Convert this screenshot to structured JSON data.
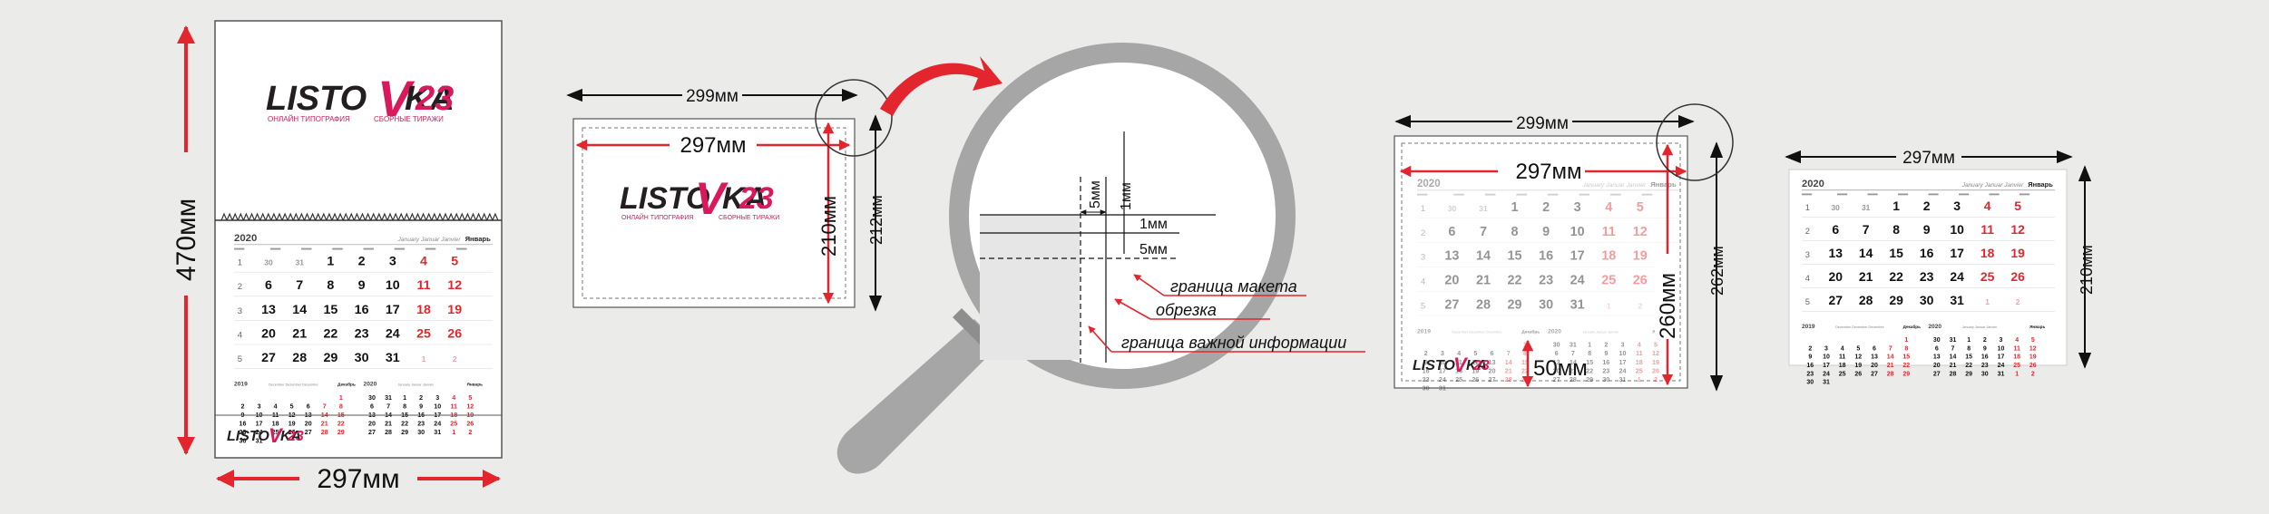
{
  "logo": {
    "word1": "LISTO",
    "word2": "KA",
    "number": "23",
    "tagline_left": "ОНЛАЙН ТИПОГРАФИЯ",
    "tagline_right": "СБОРНЫЕ ТИРАЖИ"
  },
  "colors": {
    "accent": "#e3262d",
    "logo_dark": "#231f20",
    "logo_pink": "#d9195b",
    "magnifier": "#a5a6a5",
    "background": "#ebebea"
  },
  "calendar": {
    "year": "2020",
    "months_header": "January  Januar  Janvier",
    "month_main": "Январь",
    "weeks": [
      {
        "num": "1",
        "days": [
          "30",
          "31",
          "1",
          "2",
          "3",
          "4",
          "5"
        ]
      },
      {
        "num": "2",
        "days": [
          "6",
          "7",
          "8",
          "9",
          "10",
          "11",
          "12"
        ]
      },
      {
        "num": "3",
        "days": [
          "13",
          "14",
          "15",
          "16",
          "17",
          "18",
          "19"
        ]
      },
      {
        "num": "4",
        "days": [
          "20",
          "21",
          "22",
          "23",
          "24",
          "25",
          "26"
        ]
      },
      {
        "num": "5",
        "days": [
          "27",
          "28",
          "29",
          "30",
          "31",
          "1",
          "2"
        ]
      }
    ],
    "small_left": {
      "year": "2019",
      "months_header": "December  Dezember  Décembre",
      "month_main": "Декабрь",
      "rows": [
        [
          "",
          "",
          "",
          "",
          "",
          "",
          "1"
        ],
        [
          "2",
          "3",
          "4",
          "5",
          "6",
          "7",
          "8"
        ],
        [
          "9",
          "10",
          "11",
          "12",
          "13",
          "14",
          "15"
        ],
        [
          "16",
          "17",
          "18",
          "19",
          "20",
          "21",
          "22"
        ],
        [
          "23",
          "24",
          "25",
          "26",
          "27",
          "28",
          "29"
        ],
        [
          "30",
          "31",
          "",
          "",
          "",
          "",
          ""
        ]
      ]
    },
    "small_right": {
      "year": "2020",
      "months_header": "January  Januar  Janvier",
      "month_main": "Январь",
      "rows": [
        [
          "30",
          "31",
          "1",
          "2",
          "3",
          "4",
          "5"
        ],
        [
          "6",
          "7",
          "8",
          "9",
          "10",
          "11",
          "12"
        ],
        [
          "13",
          "14",
          "15",
          "16",
          "17",
          "18",
          "19"
        ],
        [
          "20",
          "21",
          "22",
          "23",
          "24",
          "25",
          "26"
        ],
        [
          "27",
          "28",
          "29",
          "30",
          "31",
          "1",
          "2"
        ]
      ]
    }
  },
  "panel1": {
    "height_label": "470мм",
    "width_label": "297мм"
  },
  "panel2": {
    "outer_width_label": "299мм",
    "inner_width_label": "297мм",
    "inner_height_label": "210мм",
    "outer_height_label": "212мм"
  },
  "magnifier": {
    "label_5mm_v": "5мм",
    "label_1mm_v": "1мм",
    "label_1mm_h": "1мм",
    "label_5mm_h": "5мм",
    "legend": [
      "граница макета",
      "обрезка",
      "граница важной информации"
    ]
  },
  "panel3": {
    "outer_width_label": "299мм",
    "inner_width_label": "297мм",
    "inner_height_label": "260мм",
    "outer_height_label": "262мм",
    "bottom_label": "50мм"
  },
  "panel4": {
    "width_label": "297мм",
    "height_label": "210мм"
  }
}
